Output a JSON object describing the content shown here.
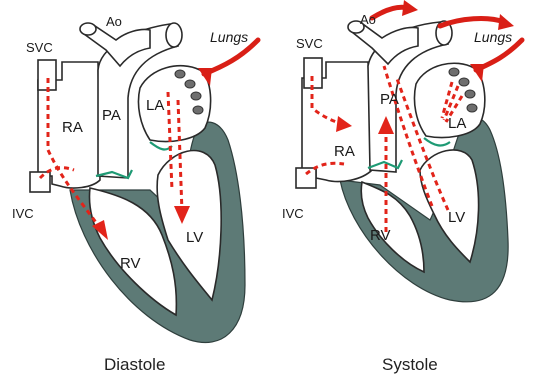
{
  "diastole": {
    "labels": {
      "svc": "SVC",
      "ivc": "IVC",
      "ao": "Ao",
      "pa": "PA",
      "ra": "RA",
      "la": "LA",
      "rv": "RV",
      "lv": "LV",
      "lungs": "Lungs"
    },
    "caption": "Diastole"
  },
  "systole": {
    "labels": {
      "svc": "SVC",
      "ivc": "IVC",
      "ao": "Ao",
      "pa": "PA",
      "ra": "RA",
      "la": "LA",
      "rv": "RV",
      "lv": "LV",
      "lungs": "Lungs"
    },
    "caption": "Systole"
  },
  "colors": {
    "myocardium": "#5d7a76",
    "blood_flow": "#e2241a",
    "valve": "#1e9a74"
  }
}
